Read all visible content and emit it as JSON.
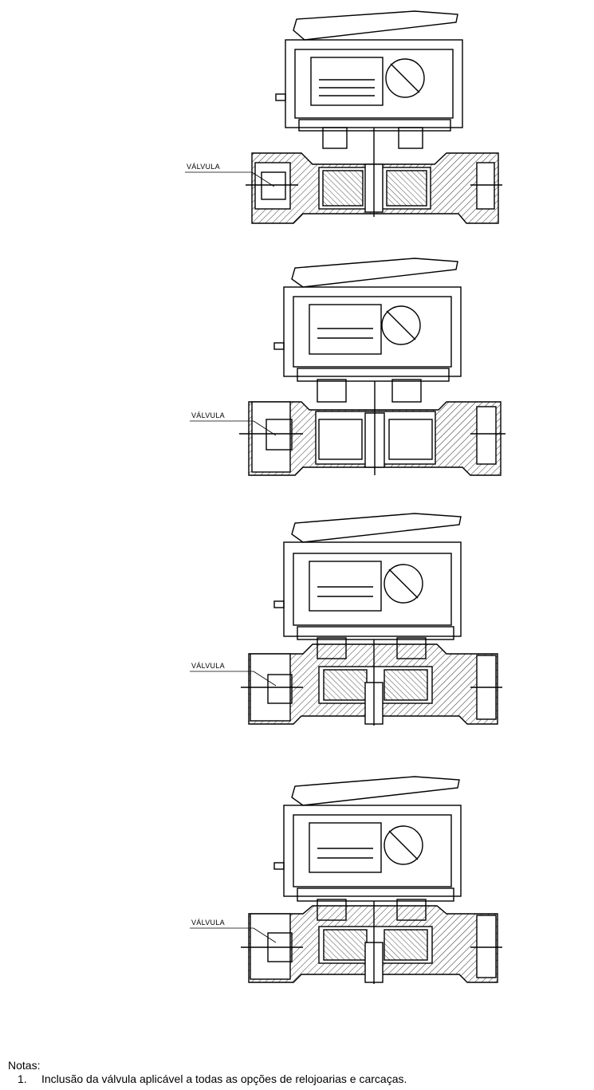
{
  "drawings": [
    {
      "id": "d1",
      "label": "VÁLVULA"
    },
    {
      "id": "d2",
      "label": "VÁLVULA"
    },
    {
      "id": "d3",
      "label": "VÁLVULA"
    },
    {
      "id": "d4",
      "label": "VÁLVULA"
    }
  ],
  "notes": {
    "title": "Notas:",
    "items": [
      {
        "number": "1.",
        "text": "Inclusão da válvula aplicável a todas as opções de relojoarias e carcaças."
      }
    ]
  }
}
